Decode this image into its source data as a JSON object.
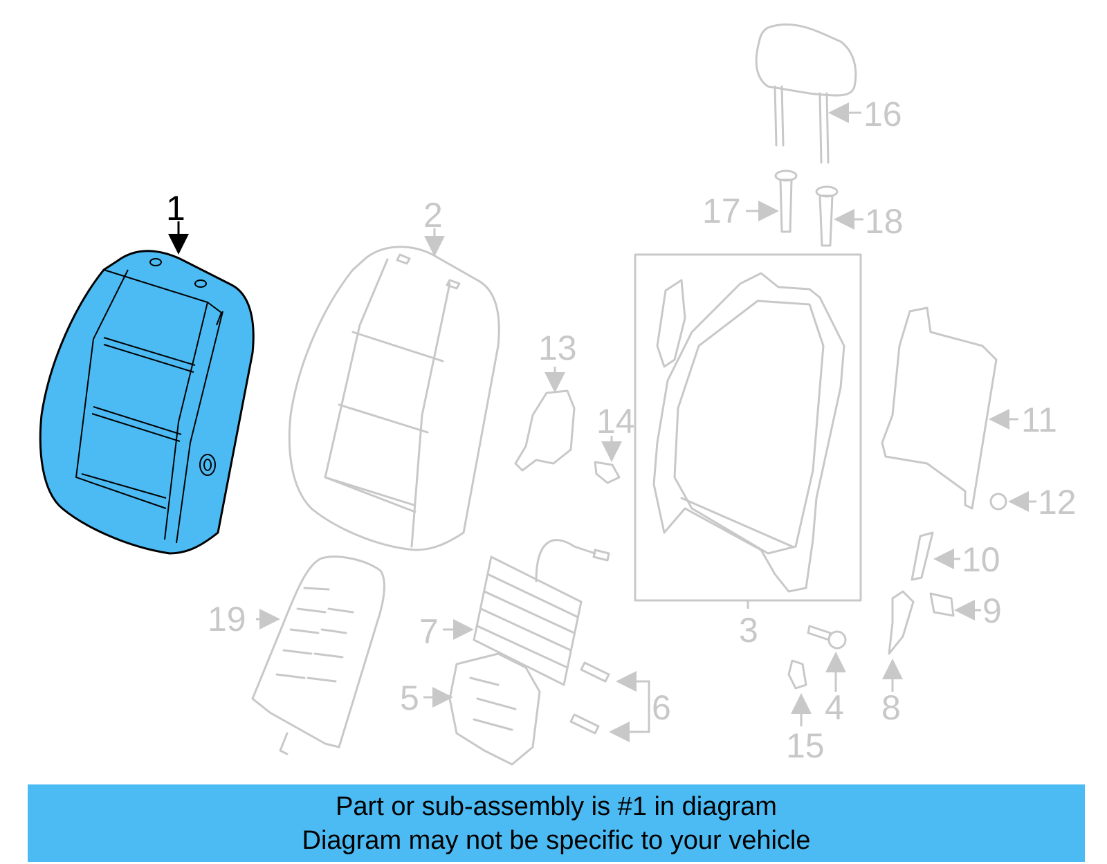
{
  "diagram": {
    "highlight_color": "#4cbbf4",
    "callouts": [
      "1",
      "2",
      "3",
      "4",
      "5",
      "6",
      "7",
      "8",
      "9",
      "10",
      "11",
      "12",
      "13",
      "14",
      "15",
      "16",
      "17",
      "18",
      "19"
    ],
    "highlighted": "1"
  },
  "banner": {
    "line1": "Part or sub-assembly is #1 in diagram",
    "line2": "Diagram may not be specific to your vehicle",
    "background": "#4cbbf4"
  }
}
